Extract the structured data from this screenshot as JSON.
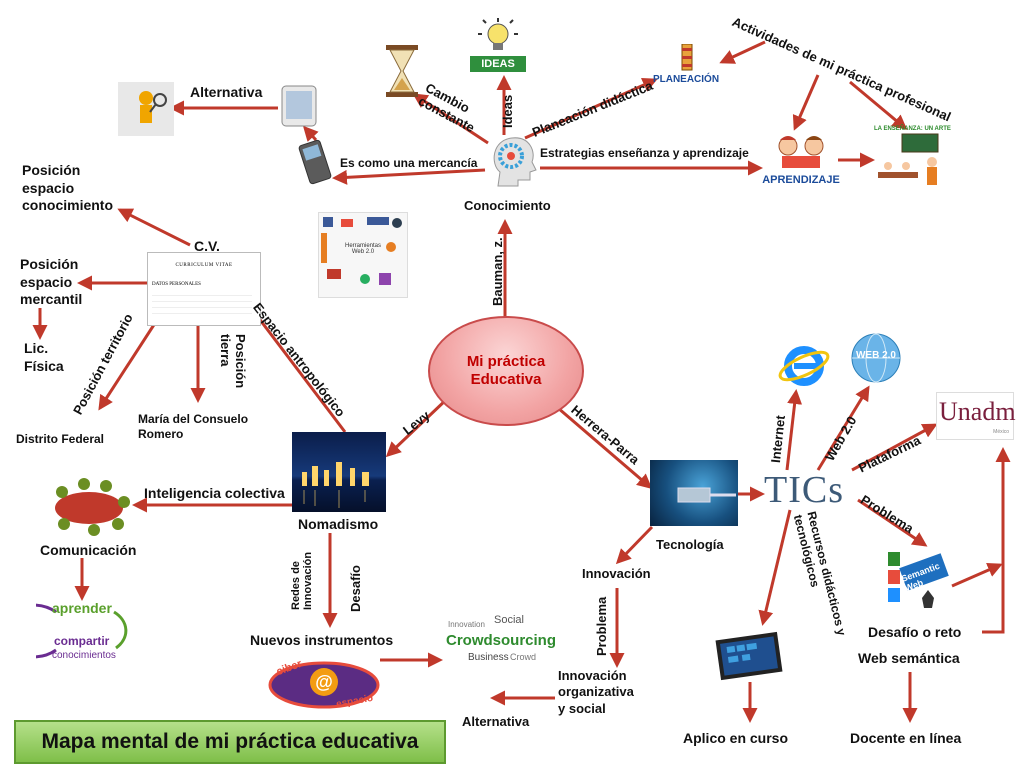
{
  "title": "Mapa mental de mi práctica educativa",
  "center": {
    "line1": "Mi práctica",
    "line2": "Educativa"
  },
  "nodes": {
    "conocimiento": "Conocimiento",
    "alternativa_top": "Alternativa",
    "posicion_espacio_conocimiento": [
      "Posición",
      "espacio",
      "conocimiento"
    ],
    "cv": "C.V.",
    "posicion_espacio_mercantil": [
      "Posición",
      "espacio",
      "mercantil"
    ],
    "lic_fisica": [
      "Lic.",
      "Física"
    ],
    "distrito_federal": "Distrito Federal",
    "maria": [
      "María del Consuelo",
      "Romero"
    ],
    "nomadismo": "Nomadismo",
    "inteligencia_colectiva": "Inteligencia colectiva",
    "comunicacion": "Comunicación",
    "nuevos_instrumentos": "Nuevos instrumentos",
    "alternativa_bottom": "Alternativa",
    "innovacion": "Innovación",
    "innovacion_org": [
      "Innovación",
      "organizativa",
      "y social"
    ],
    "tecnologia": "Tecnología",
    "tics": "TICs",
    "aplico_en_curso": "Aplico en curso",
    "desafio_o_reto": "Desafío o reto",
    "web_semantica": "Web semántica",
    "docente_en_linea": "Docente en línea",
    "planeacion": "PLANEACIÓN",
    "aprendizaje": "APRENDIZAJE",
    "ideas": "IDEAS",
    "unadm": "Unadm",
    "unadm_sub": "México",
    "web20_globe": "WEB 2.0",
    "semantic_web": "Semantic Web",
    "herramientas": "Herramientas Web 2.0",
    "enseñanza": "LA ENSEÑANZA: UN ARTE"
  },
  "edge_labels": {
    "es_como_mercancia": "Es como una mercancía",
    "estrategias": "Estrategias enseñanza y aprendizaje",
    "cambio_constante": [
      "Cambio",
      "constante"
    ],
    "ideas": "Ideas",
    "planeacion_didactica": "Planeación didáctica",
    "actividades": "Actividades de mi práctica profesional",
    "bauman": "Bauman, z.",
    "espacio_antropologico": "Espacio antropológico",
    "posicion_tierra": [
      "Posición",
      "tierra"
    ],
    "posicion_territorio": "Posición territorio",
    "levy": "Levy",
    "herrera_parra": "Herrera-Parra",
    "redes_innovacion": [
      "Redes de",
      "Innovación"
    ],
    "desafio": "Desafío",
    "problema_left": "Problema",
    "internet": "Internet",
    "web20": "Web 2.0",
    "plataforma": "Plataforma",
    "problema_right": "Problema",
    "recursos": [
      "Recursos didácticos y",
      "tecnológicos"
    ]
  },
  "cv_doc": {
    "heading": "CURRICULUM VITAE",
    "section": "DATOS PERSONALES"
  },
  "learn_graphic": {
    "aprender": "aprender",
    "compartir": "compartir",
    "conocimientos": "conocimientos"
  },
  "crowd_words": {
    "main": "Crowdsourcing",
    "w1": "Social",
    "w2": "Innovation",
    "w3": "Business",
    "w4": "Crowd"
  },
  "ciber": {
    "c1": "ciber",
    "c2": "espacio"
  },
  "colors": {
    "arrow": "#c0392b",
    "center_fill": "#f2a3a3",
    "center_text": "#c00000",
    "title_fill": "#8cc85a"
  }
}
